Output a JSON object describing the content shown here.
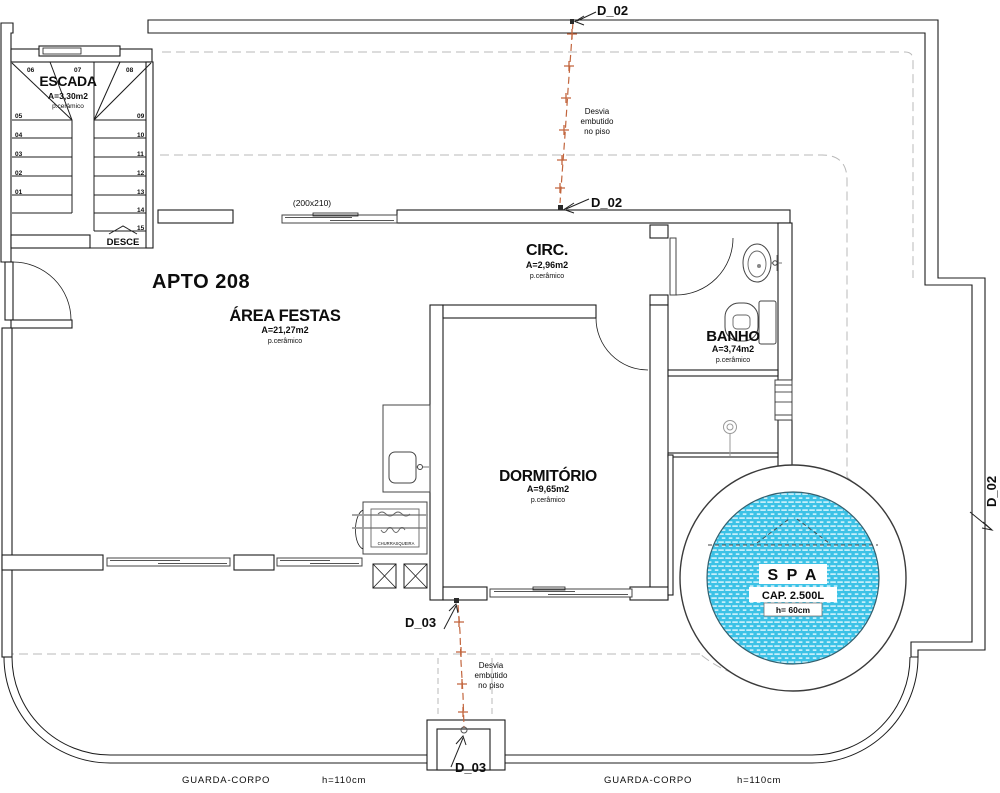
{
  "plan_title": "APTO 208",
  "rooms": {
    "escada": {
      "name": "ESCADA",
      "area": "A=3,30m2",
      "floor": "p.cerâmico"
    },
    "festas": {
      "name": "ÁREA FESTAS",
      "area": "A=21,27m2",
      "floor": "p.cerâmico"
    },
    "circ": {
      "name": "CIRC.",
      "area": "A=2,96m2",
      "floor": "p.cerâmico"
    },
    "dormitorio": {
      "name": "DORMITÓRIO",
      "area": "A=9,65m2",
      "floor": "p.cerâmico"
    },
    "banho": {
      "name": "BANHO",
      "area": "A=3,74m2",
      "floor": "p.cerâmico"
    }
  },
  "spa": {
    "name": "S P A",
    "capacity": "CAP. 2.500L",
    "water_height": "h= 60cm",
    "water_color": "#3cc2e6"
  },
  "stairs": {
    "direction_label": "DESCE",
    "steps": [
      "01",
      "02",
      "03",
      "04",
      "05",
      "06",
      "07",
      "08",
      "09",
      "10",
      "11",
      "12",
      "13",
      "14",
      "15"
    ]
  },
  "kitchen": {
    "grill_label": "CHURRASQUEIRA"
  },
  "window_dimension_label": "(200x210)",
  "drains": {
    "d02": "D_02",
    "d03": "D_03",
    "note_line1": "Desvia",
    "note_line2": "embutido",
    "note_line3": "no piso",
    "pipe_color": "#c2653d"
  },
  "guardrail": {
    "label": "GUARDA-CORPO",
    "height": "h=110cm"
  }
}
